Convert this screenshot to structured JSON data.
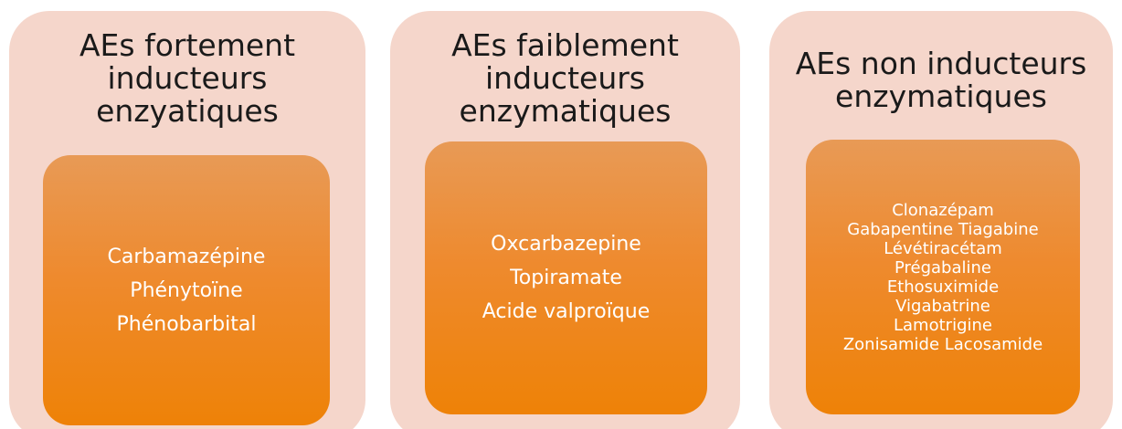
{
  "panels": [
    {
      "title": "AEs fortement\ninducteurs\nenzyatiques",
      "items": [
        "Carbamazépine",
        "Phénytoïne",
        "Phénobarbital"
      ]
    },
    {
      "title": "AEs faiblement\ninducteurs\nenzymatiques",
      "items": [
        "Oxcarbazepine",
        "Topiramate",
        "Acide valproïque"
      ]
    },
    {
      "title": "AEs non inducteurs\nenzymatiques",
      "items": [
        "Clonazépam",
        "Gabapentine Tiagabine",
        "Lévétiracétam",
        "Prégabaline",
        "Ethosuximide",
        "Vigabatrine",
        "Lamotrigine",
        "Zonisamide Lacosamide"
      ]
    }
  ],
  "colors": {
    "panel_background": "#f5d6cb",
    "inner_top": "#e89a56",
    "inner_bottom": "#ee8207",
    "title_text": "#1a1a1a",
    "item_text": "#ffffff"
  }
}
